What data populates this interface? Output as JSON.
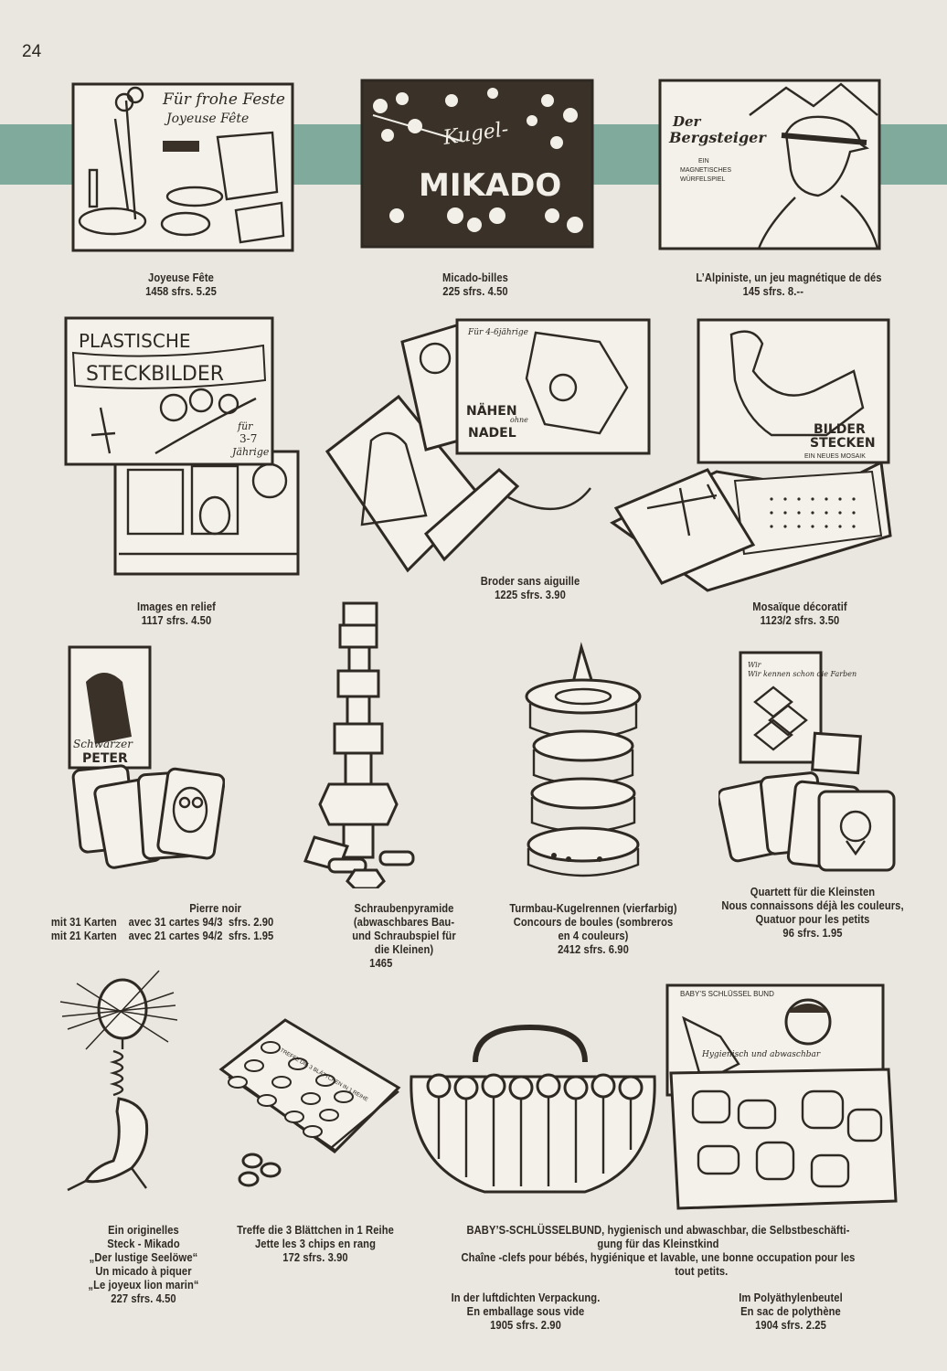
{
  "page_number": "24",
  "colors": {
    "background": "#e9e7df",
    "band": "#7faa9c",
    "ink": "#2e2922"
  },
  "products": {
    "joyeuse": {
      "box_title_de": "Für frohe Feste",
      "box_title_fr": "Joyeuse Fête",
      "line1": "Joyeuse Fête",
      "line2": "1458 sfrs. 5.25"
    },
    "mikado": {
      "box_title_1": "Kugel-",
      "box_title_2": "MIKADO",
      "line1": "Micado-billes",
      "line2": "225 sfrs. 4.50"
    },
    "alpiniste": {
      "box_title_1": "Der",
      "box_title_2": "Bergsteiger",
      "box_sub_1": "EIN",
      "box_sub_2": "MAGNETISCHES",
      "box_sub_3": "WÜRFELSPIEL",
      "line1": "L’Alpiniste, un jeu magnétique de dés",
      "line2": "145 sfrs. 8.--"
    },
    "relief": {
      "box_title_1": "PLASTISCHE",
      "box_title_2": "STECKBILDER",
      "box_age_1": "für",
      "box_age_2": "3-7",
      "box_age_3": "Jährige",
      "line1": "Images en relief",
      "line2": "1117 sfrs. 4.50"
    },
    "broder": {
      "box_title_1": "NÄHEN",
      "box_title_2": "ohne",
      "box_title_3": "NADEL",
      "box_age": "Für 4-6jährige",
      "line1": "Broder sans aiguille",
      "line2": "1225 sfrs. 3.90"
    },
    "mosaique": {
      "box_title_1": "BILDER",
      "box_title_2": "STECKEN",
      "box_sub": "EIN NEUES MOSAIK",
      "line1": "Mosaïque décoratif",
      "line2": "1123/2 sfrs. 3.50"
    },
    "pierre": {
      "box_title_1": "Schwarzer",
      "box_title_2": "PETER",
      "line1": "Pierre noir",
      "line2": "mit 31 Karten    avec 31 cartes 94/3  sfrs. 2.90",
      "line3": "mit 21 Karten    avec 21 cartes 94/2  sfrs. 1.95"
    },
    "schraub": {
      "line1": "Schraubenpyramide",
      "line2": "(abwaschbares Bau-",
      "line3": "und Schraubspiel für",
      "line4": "die Kleinen)",
      "line5": "1465"
    },
    "turmbau": {
      "line1": "Turmbau-Kugelrennen (vierfarbig)",
      "line2": "Concours de boules (sombreros",
      "line3": "en 4 couleurs)",
      "line4": "2412 sfrs. 6.90"
    },
    "quartett": {
      "box_title": "Wir kennen schon die Farben",
      "line1": "Quartett für die Kleinsten",
      "line2": "Nous connaissons déjà les couleurs,",
      "line3": "Quatuor pour les petits",
      "line4": "96 sfrs. 1.95"
    },
    "steck": {
      "line1": "Ein originelles",
      "line2": "Steck - Mikado",
      "line3": "„Der lustige Seelöwe“",
      "line4": "Un micado à piquer",
      "line5": "„Le joyeux lion marin“",
      "line6": "227 sfrs. 4.50"
    },
    "treffe": {
      "box_text_1": "TREFFE DIE 3 BLÄTTCHEN IN 1 REIHE",
      "line1": "Treffe die 3 Blättchen in 1 Reihe",
      "line2": "Jette les 3 chips en rang",
      "line3": "172 sfrs. 3.90"
    },
    "baby": {
      "box_title": "BABY’S SCHLÜSSEL BUND",
      "box_sub": "Hygienisch und abwaschbar",
      "line1": "BABY’S-SCHLÜSSELBUND, hygienisch und abwaschbar, die Selbstbeschäfti-",
      "line2": "gung für das Kleinstkind",
      "line3": "Chaîne -clefs pour bébés, hygiénique et lavable, une bonne occupation pour les",
      "line4": "tout petits.",
      "left1": "In der luftdichten Verpackung.",
      "left2": "En emballage sous vide",
      "left3": "1905 sfrs. 2.90",
      "right1": "Im Polyäthylenbeutel",
      "right2": "En sac de polythène",
      "right3": "1904 sfrs. 2.25"
    }
  }
}
